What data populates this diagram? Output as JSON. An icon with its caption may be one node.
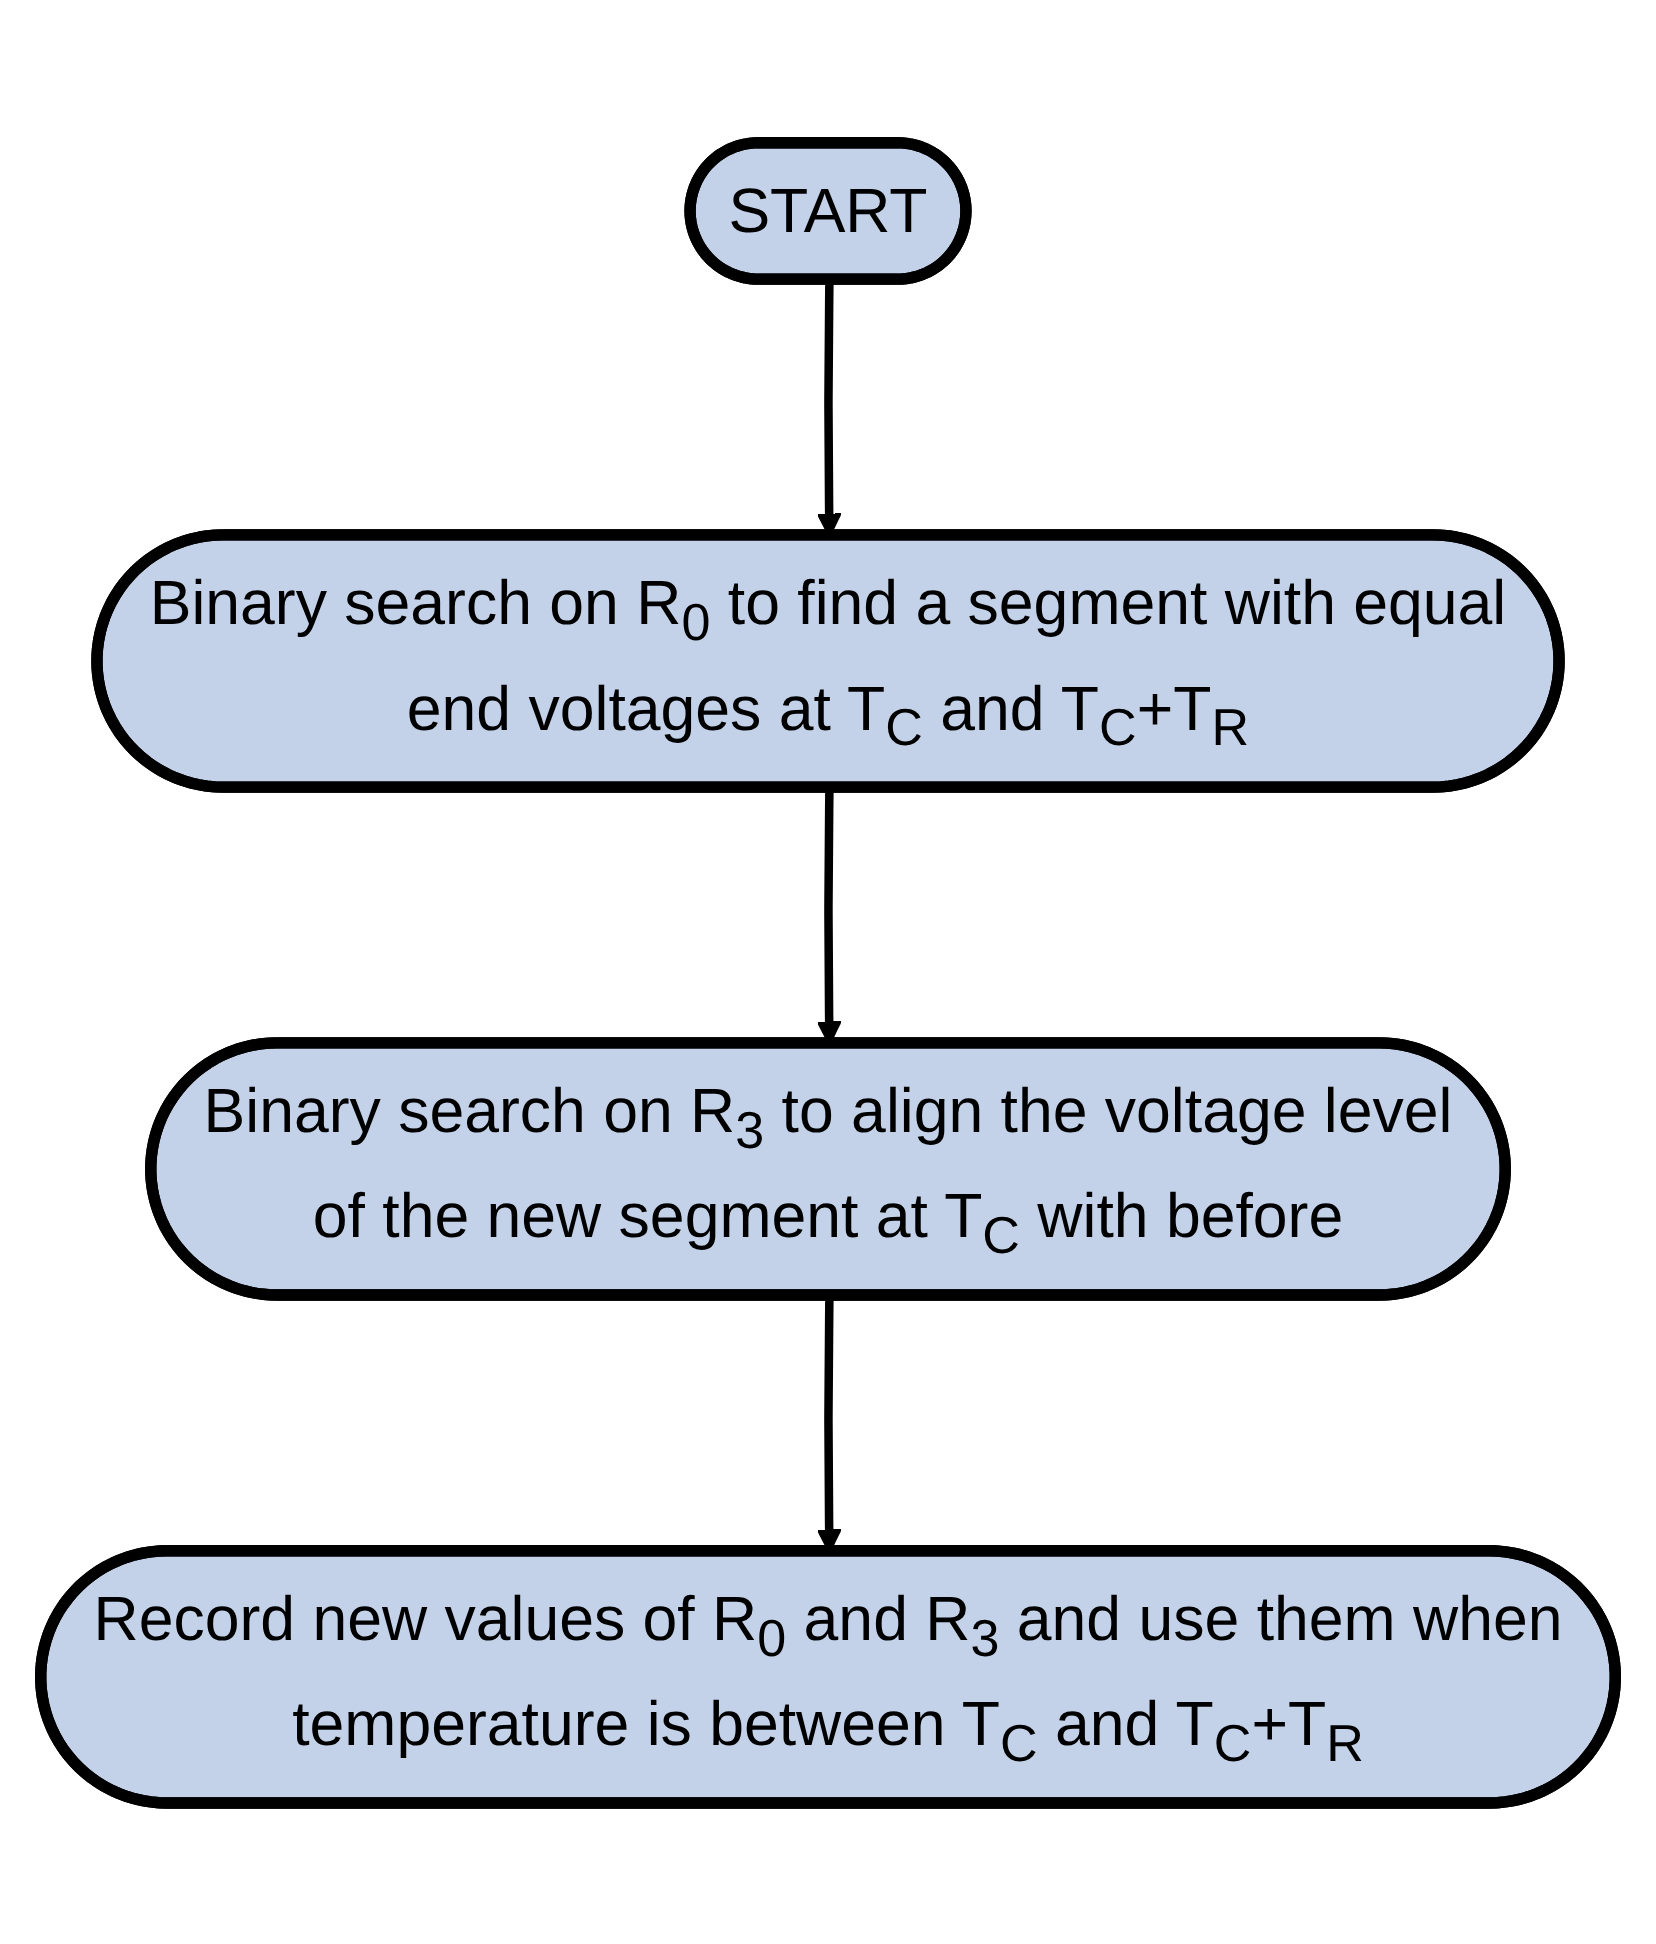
{
  "diagram": {
    "nodes": [
      {
        "text": [
          "START"
        ]
      },
      {
        "text": [
          "Binary search on R$_{0}$ to find a segment with equal end voltages at T$_{C}$ and T$_{C}$+T$_{R}$"
        ]
      },
      {
        "text": [
          "Binary search on R$_{3}$ to align the voltage level of the new segment at T$_{C}$ with before"
        ]
      },
      {
        "text": [
          "Record new values of R$_{0}$ and R$_{3}$ and use them when temperature is between T$_{C}$ and T$_{C}$+T$_{R}$"
        ]
      }
    ],
    "edges": [
      {
        "from": 0,
        "to": 1,
        "arrow": "to"
      },
      {
        "from": 1,
        "to": 2,
        "arrow": "to"
      },
      {
        "from": 2,
        "to": 3,
        "arrow": "to"
      }
    ]
  }
}
